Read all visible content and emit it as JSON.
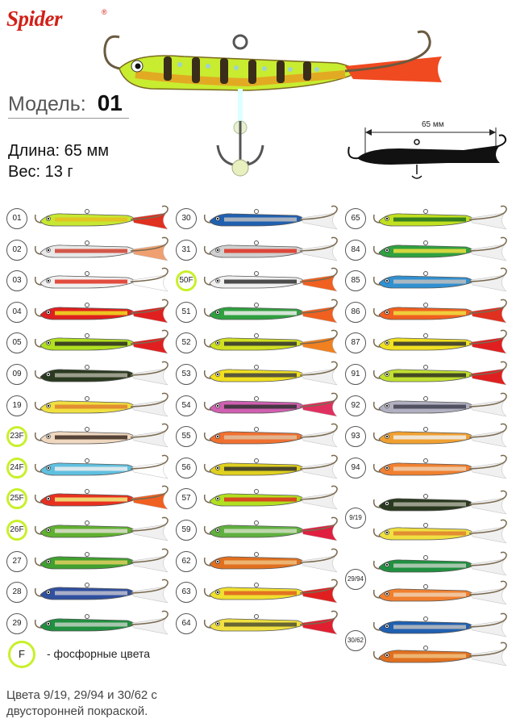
{
  "brand": {
    "name": "Spider",
    "reg": "®"
  },
  "model": {
    "label": "Модель:",
    "value": "01"
  },
  "specs": {
    "length": "Длина: 65 мм",
    "weight": "Вес: 13 г"
  },
  "diagram": {
    "dimension_label": "65 мм"
  },
  "columns": [
    [
      {
        "code": "01",
        "phos": false,
        "colors": [
          "#c6e832",
          "#e8c020",
          "#e03020"
        ]
      },
      {
        "code": "02",
        "phos": false,
        "colors": [
          "#e8e8e8",
          "#d04030",
          "#f0a070"
        ]
      },
      {
        "code": "03",
        "phos": false,
        "colors": [
          "#f0f0f0",
          "#e03020",
          "#ffffff"
        ]
      },
      {
        "code": "04",
        "phos": false,
        "colors": [
          "#e02020",
          "#f0e020",
          "#e02020"
        ]
      },
      {
        "code": "05",
        "phos": false,
        "colors": [
          "#b0e020",
          "#2a2a20",
          "#e02020"
        ]
      },
      {
        "code": "09",
        "phos": false,
        "colors": [
          "#2a3a20",
          "#b0b0a0",
          "#f0f0f0"
        ]
      },
      {
        "code": "19",
        "phos": false,
        "colors": [
          "#f0e040",
          "#e08030",
          "#f0f0f0"
        ]
      },
      {
        "code": "23F",
        "phos": true,
        "colors": [
          "#f0d8c0",
          "#3a2a20",
          "#f0f0f0"
        ]
      },
      {
        "code": "24F",
        "phos": true,
        "colors": [
          "#60c0e0",
          "#f0f0f0",
          "#ffffff"
        ]
      },
      {
        "code": "25F",
        "phos": true,
        "colors": [
          "#e83020",
          "#f0f080",
          "#f06020"
        ]
      },
      {
        "code": "26F",
        "phos": true,
        "colors": [
          "#60b030",
          "#e0e0d0",
          "#f0f0f0"
        ]
      },
      {
        "code": "27",
        "phos": false,
        "colors": [
          "#40a030",
          "#e0d060",
          "#f0f0f0"
        ]
      },
      {
        "code": "28",
        "phos": false,
        "colors": [
          "#3050a0",
          "#c0c0d0",
          "#f0f0f0"
        ]
      },
      {
        "code": "29",
        "phos": false,
        "colors": [
          "#209040",
          "#c0d0c0",
          "#f0f0f0"
        ]
      }
    ],
    [
      {
        "code": "30",
        "phos": false,
        "colors": [
          "#2060b0",
          "#c0c0c0",
          "#f0f0f0"
        ]
      },
      {
        "code": "31",
        "phos": false,
        "colors": [
          "#d0d0d0",
          "#e03020",
          "#f0f0f0"
        ]
      },
      {
        "code": "50F",
        "phos": true,
        "colors": [
          "#f0f0f0",
          "#303030",
          "#f06020"
        ]
      },
      {
        "code": "51",
        "phos": false,
        "colors": [
          "#30a040",
          "#f0f0f0",
          "#f06020"
        ]
      },
      {
        "code": "52",
        "phos": false,
        "colors": [
          "#d0e020",
          "#303030",
          "#f08020"
        ]
      },
      {
        "code": "53",
        "phos": false,
        "colors": [
          "#f0e020",
          "#404040",
          "#f0f0f0"
        ]
      },
      {
        "code": "54",
        "phos": false,
        "colors": [
          "#d060b0",
          "#303030",
          "#e03060"
        ]
      },
      {
        "code": "55",
        "phos": false,
        "colors": [
          "#f07030",
          "#e0c0a0",
          "#f0f0f0"
        ]
      },
      {
        "code": "56",
        "phos": false,
        "colors": [
          "#e0d020",
          "#303030",
          "#f0f0f0"
        ]
      },
      {
        "code": "57",
        "phos": false,
        "colors": [
          "#b0e020",
          "#e03020",
          "#f0f0f0"
        ]
      },
      {
        "code": "59",
        "phos": false,
        "colors": [
          "#60b040",
          "#d0e0c0",
          "#e02040"
        ]
      },
      {
        "code": "62",
        "phos": false,
        "colors": [
          "#e07020",
          "#f0c080",
          "#f0f0f0"
        ]
      },
      {
        "code": "63",
        "phos": false,
        "colors": [
          "#f0e030",
          "#e06020",
          "#e02020"
        ]
      },
      {
        "code": "64",
        "phos": false,
        "colors": [
          "#f0e040",
          "#505030",
          "#e02030"
        ]
      }
    ],
    [
      {
        "code": "65",
        "phos": false,
        "colors": [
          "#c0e020",
          "#207020",
          "#f0f0f0"
        ]
      },
      {
        "code": "84",
        "phos": false,
        "colors": [
          "#30a040",
          "#f0e040",
          "#f0f0f0"
        ]
      },
      {
        "code": "85",
        "phos": false,
        "colors": [
          "#3090d0",
          "#c0c0c0",
          "#f0f0f0"
        ]
      },
      {
        "code": "86",
        "phos": false,
        "colors": [
          "#f06020",
          "#f0e040",
          "#e03020"
        ]
      },
      {
        "code": "87",
        "phos": false,
        "colors": [
          "#f0e020",
          "#303030",
          "#e02020"
        ]
      },
      {
        "code": "91",
        "phos": false,
        "colors": [
          "#c0e030",
          "#303020",
          "#e02020"
        ]
      },
      {
        "code": "92",
        "phos": false,
        "colors": [
          "#b0b0c0",
          "#404050",
          "#f0f0f0"
        ]
      },
      {
        "code": "93",
        "phos": false,
        "colors": [
          "#f0a030",
          "#f0f0f0",
          "#f0f0f0"
        ]
      },
      {
        "code": "94",
        "phos": false,
        "colors": [
          "#f08030",
          "#f0d0b0",
          "#f0f0f0"
        ]
      },
      {
        "code": "9/19",
        "phos": false,
        "colors": [
          "#2a3a20",
          "#b0b0a0",
          "#f0f0f0"
        ],
        "second": [
          "#f0e040",
          "#e08030",
          "#f0f0f0"
        ]
      },
      {
        "code": "29/94",
        "phos": false,
        "colors": [
          "#209040",
          "#c0d0c0",
          "#f0f0f0"
        ],
        "second": [
          "#f08030",
          "#f0d0b0",
          "#f0f0f0"
        ]
      },
      {
        "code": "30/62",
        "phos": false,
        "colors": [
          "#2060b0",
          "#c0c0c0",
          "#f0f0f0"
        ],
        "second": [
          "#e07020",
          "#f0c080",
          "#f0f0f0"
        ]
      }
    ]
  ],
  "legend": {
    "symbol": "F",
    "text": "- фосфорные цвета"
  },
  "note": "Цвета 9/19, 29/94 и 30/62 с двусторонней покраской."
}
